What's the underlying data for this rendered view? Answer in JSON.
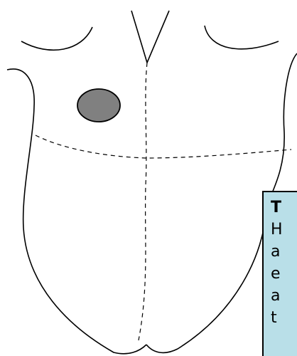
{
  "colors": {
    "background": "#ffffff",
    "outline": "#000000",
    "spot_fill": "#808080",
    "callout_fill": "#b9dfe8"
  },
  "callout": {
    "title": "T",
    "lines": [
      "H",
      "a",
      "e",
      "a",
      "t"
    ]
  }
}
